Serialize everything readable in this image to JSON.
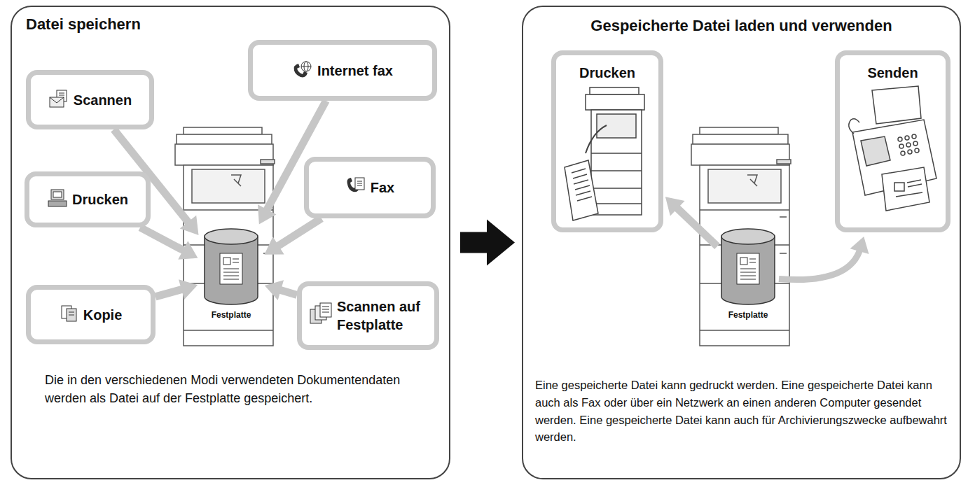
{
  "diagram": {
    "nodes": [
      {
        "text": [
          "Datei speichern",
          "Die in den verschiedenen Modi verwendeten Dokumentendaten werden als Datei auf der Festplatte gespeichert."
        ]
      },
      {
        "text": [
          "Scannen"
        ],
        "in": 0
      },
      {
        "text": [
          "Internet fax"
        ],
        "in": 0
      },
      {
        "text": [
          "Drucken"
        ],
        "in": 0
      },
      {
        "text": [
          "Fax"
        ],
        "in": 0
      },
      {
        "text": [
          "Kopie"
        ],
        "in": 0
      },
      {
        "text": [
          "Scannen auf Festplatte"
        ],
        "in": 0
      },
      {
        "text": [
          "Festplatte"
        ],
        "in": 0
      },
      {
        "text": [
          "Gespeicherte Datei laden und verwenden",
          "Eine gespeicherte Datei kann gedruckt werden. Eine gespeicherte Datei kann auch als Fax oder über ein Netzwerk an einen anderen Computer gesendet werden. Eine gespeicherte Datei kann auch für Archivierungszwecke aufbewahrt werden."
        ]
      },
      {
        "text": [
          "Drucken"
        ],
        "in": 8
      },
      {
        "text": [
          "Senden"
        ],
        "in": 8
      },
      {
        "text": [
          "Festplatte"
        ],
        "in": 8
      }
    ],
    "edges": [
      {
        "from": 1,
        "to": 7,
        "arrow": "to"
      },
      {
        "from": 2,
        "to": 7,
        "arrow": "to"
      },
      {
        "from": 3,
        "to": 7,
        "arrow": "to"
      },
      {
        "from": 4,
        "to": 7,
        "arrow": "to"
      },
      {
        "from": 5,
        "to": 7,
        "arrow": "to"
      },
      {
        "from": 6,
        "to": 7,
        "arrow": "to"
      },
      {
        "from": 0,
        "to": 8,
        "arrow": "to"
      },
      {
        "from": 11,
        "to": 9,
        "arrow": "to"
      },
      {
        "from": 11,
        "to": 10,
        "arrow": "to"
      }
    ]
  }
}
